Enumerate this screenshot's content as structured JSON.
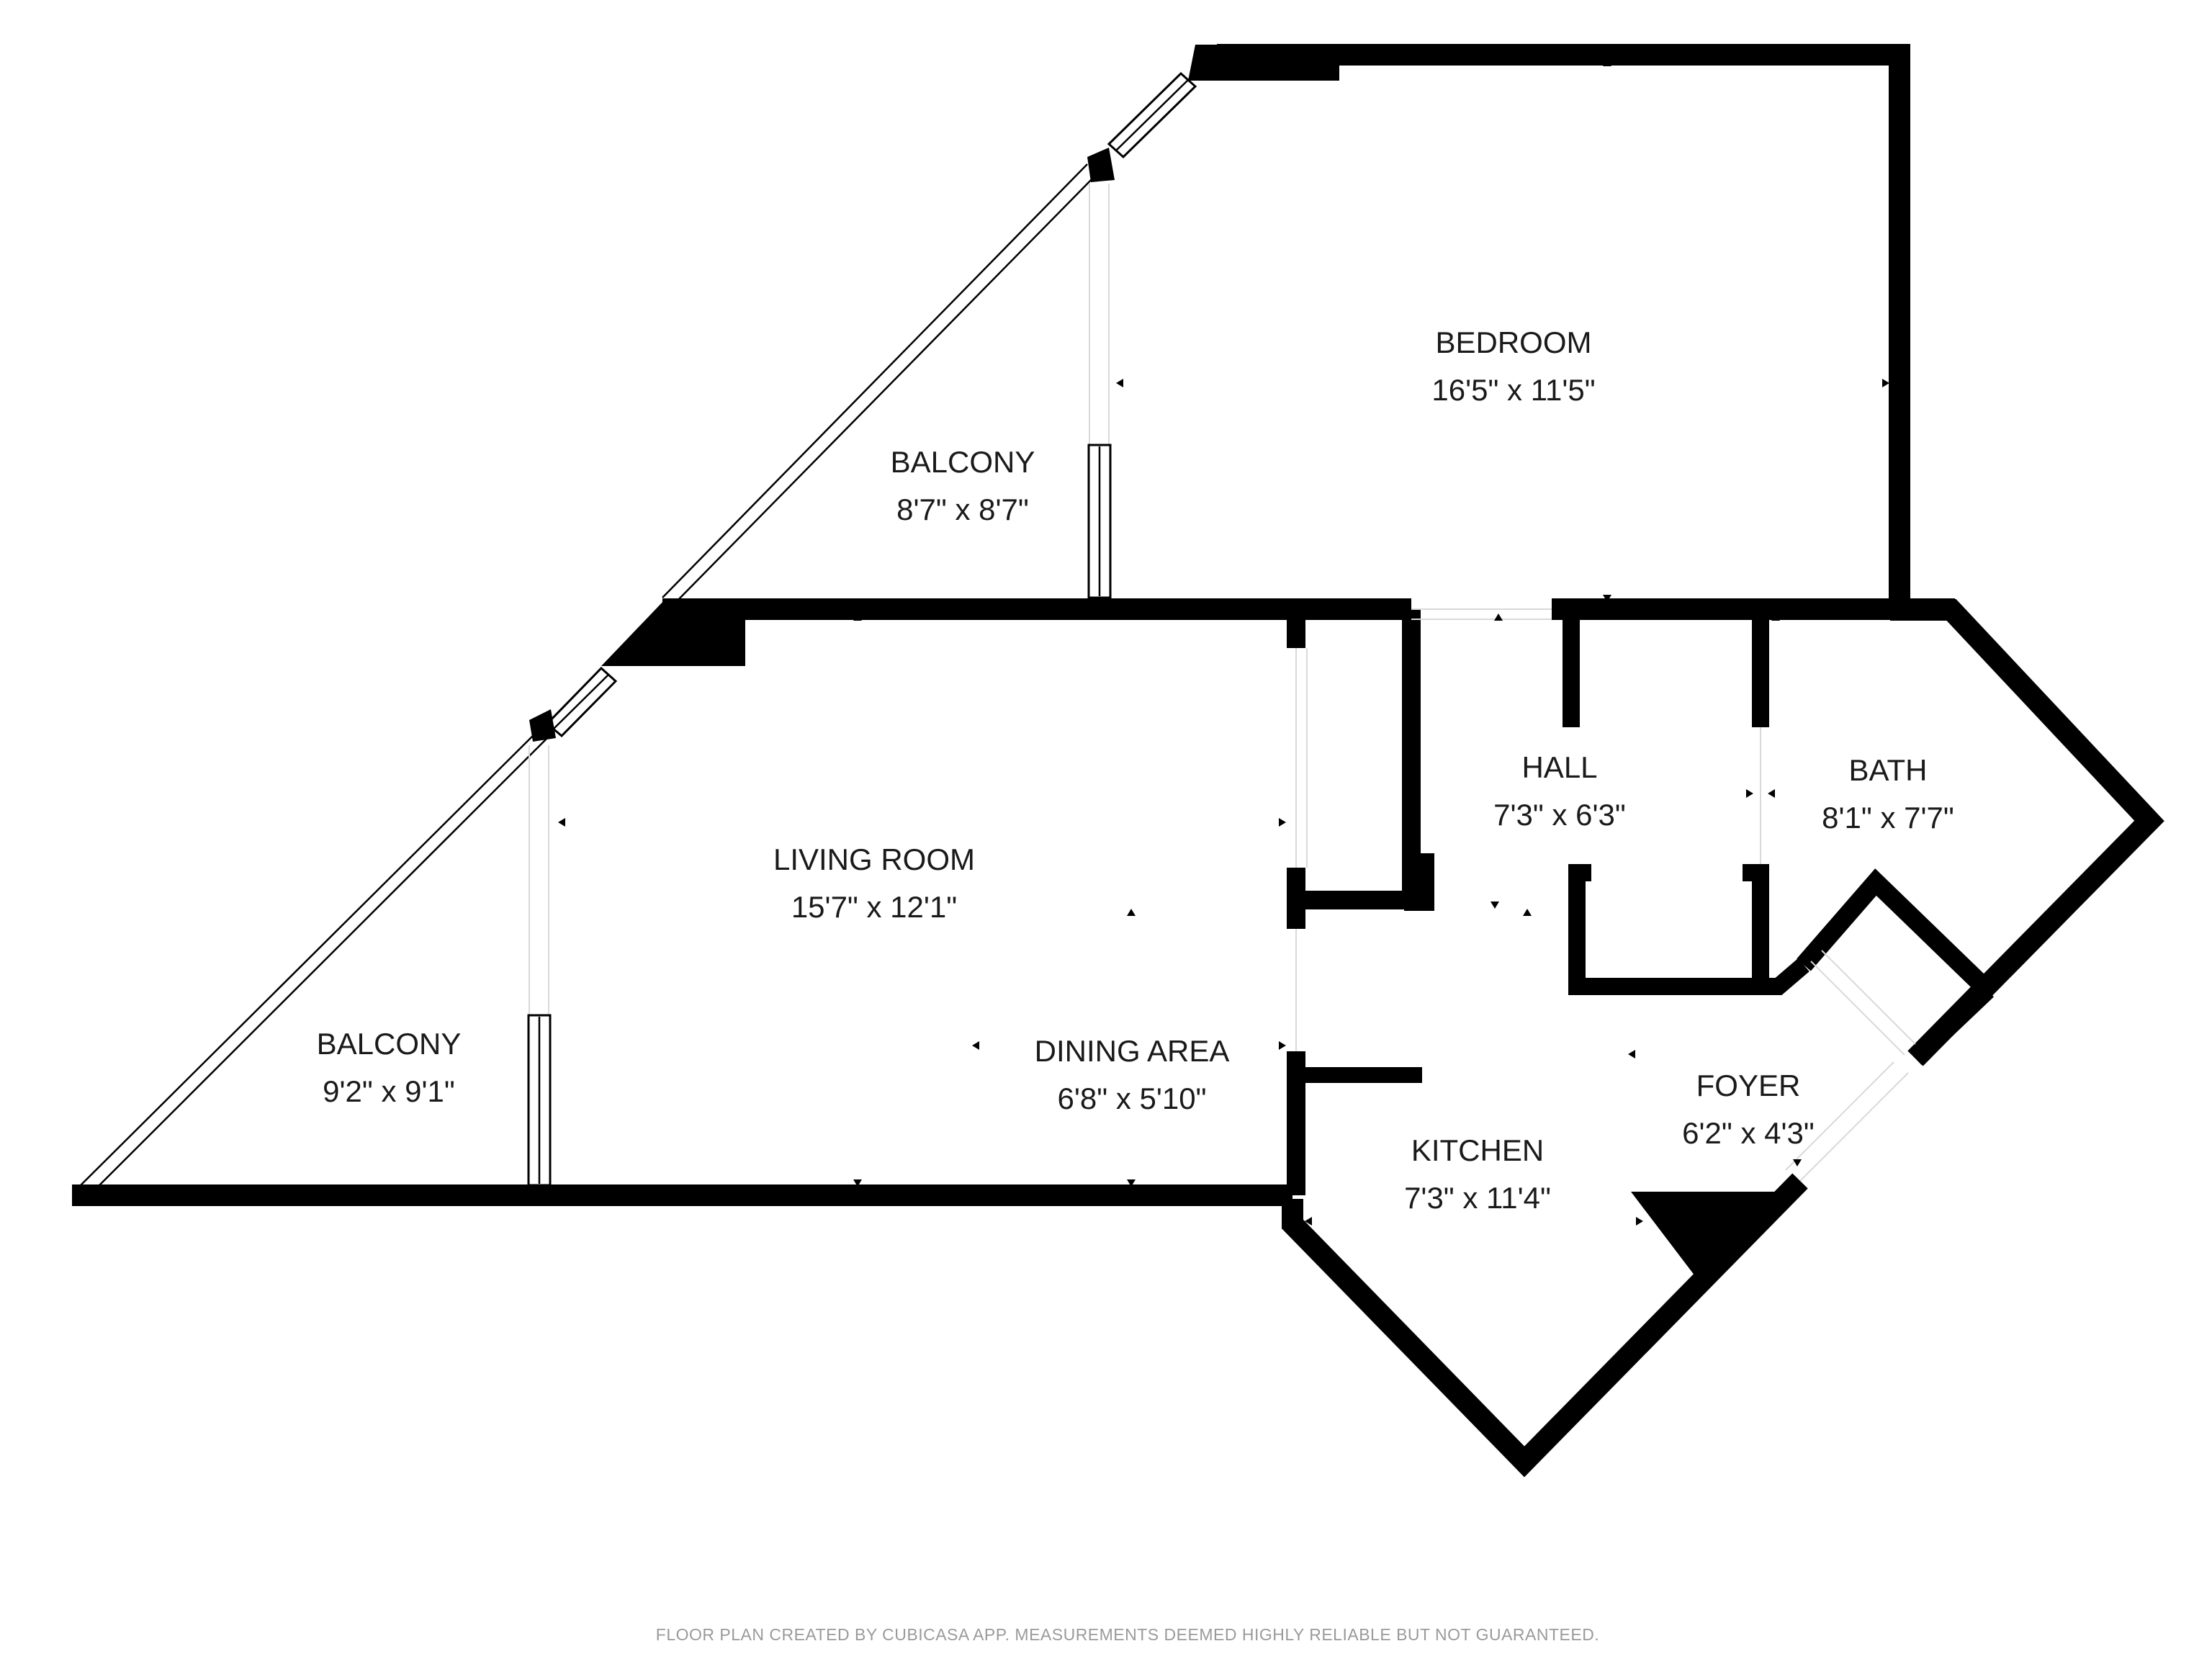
{
  "rooms": {
    "bedroom": {
      "name": "BEDROOM",
      "dims": "16'5\" x 11'5\""
    },
    "balcony_upper": {
      "name": "BALCONY",
      "dims": "8'7\" x 8'7\""
    },
    "living_room": {
      "name": "LIVING ROOM",
      "dims": "15'7\" x 12'1\""
    },
    "dining_area": {
      "name": "DINING AREA",
      "dims": "6'8\" x 5'10\""
    },
    "balcony_lower": {
      "name": "BALCONY",
      "dims": "9'2\" x 9'1\""
    },
    "hall": {
      "name": "HALL",
      "dims": "7'3\" x 6'3\""
    },
    "bath": {
      "name": "BATH",
      "dims": "8'1\" x 7'7\""
    },
    "foyer": {
      "name": "FOYER",
      "dims": "6'2\" x 4'3\""
    },
    "kitchen": {
      "name": "KITCHEN",
      "dims": "7'3\" x 11'4\""
    }
  },
  "footer": {
    "note": "FLOOR PLAN CREATED BY CUBICASA APP. MEASUREMENTS DEEMED HIGHLY RELIABLE BUT NOT GUARANTEED."
  },
  "colors": {
    "wall": "#000000",
    "text": "#1a1a1a",
    "footer": "#9a9a9a",
    "background": "#ffffff"
  }
}
